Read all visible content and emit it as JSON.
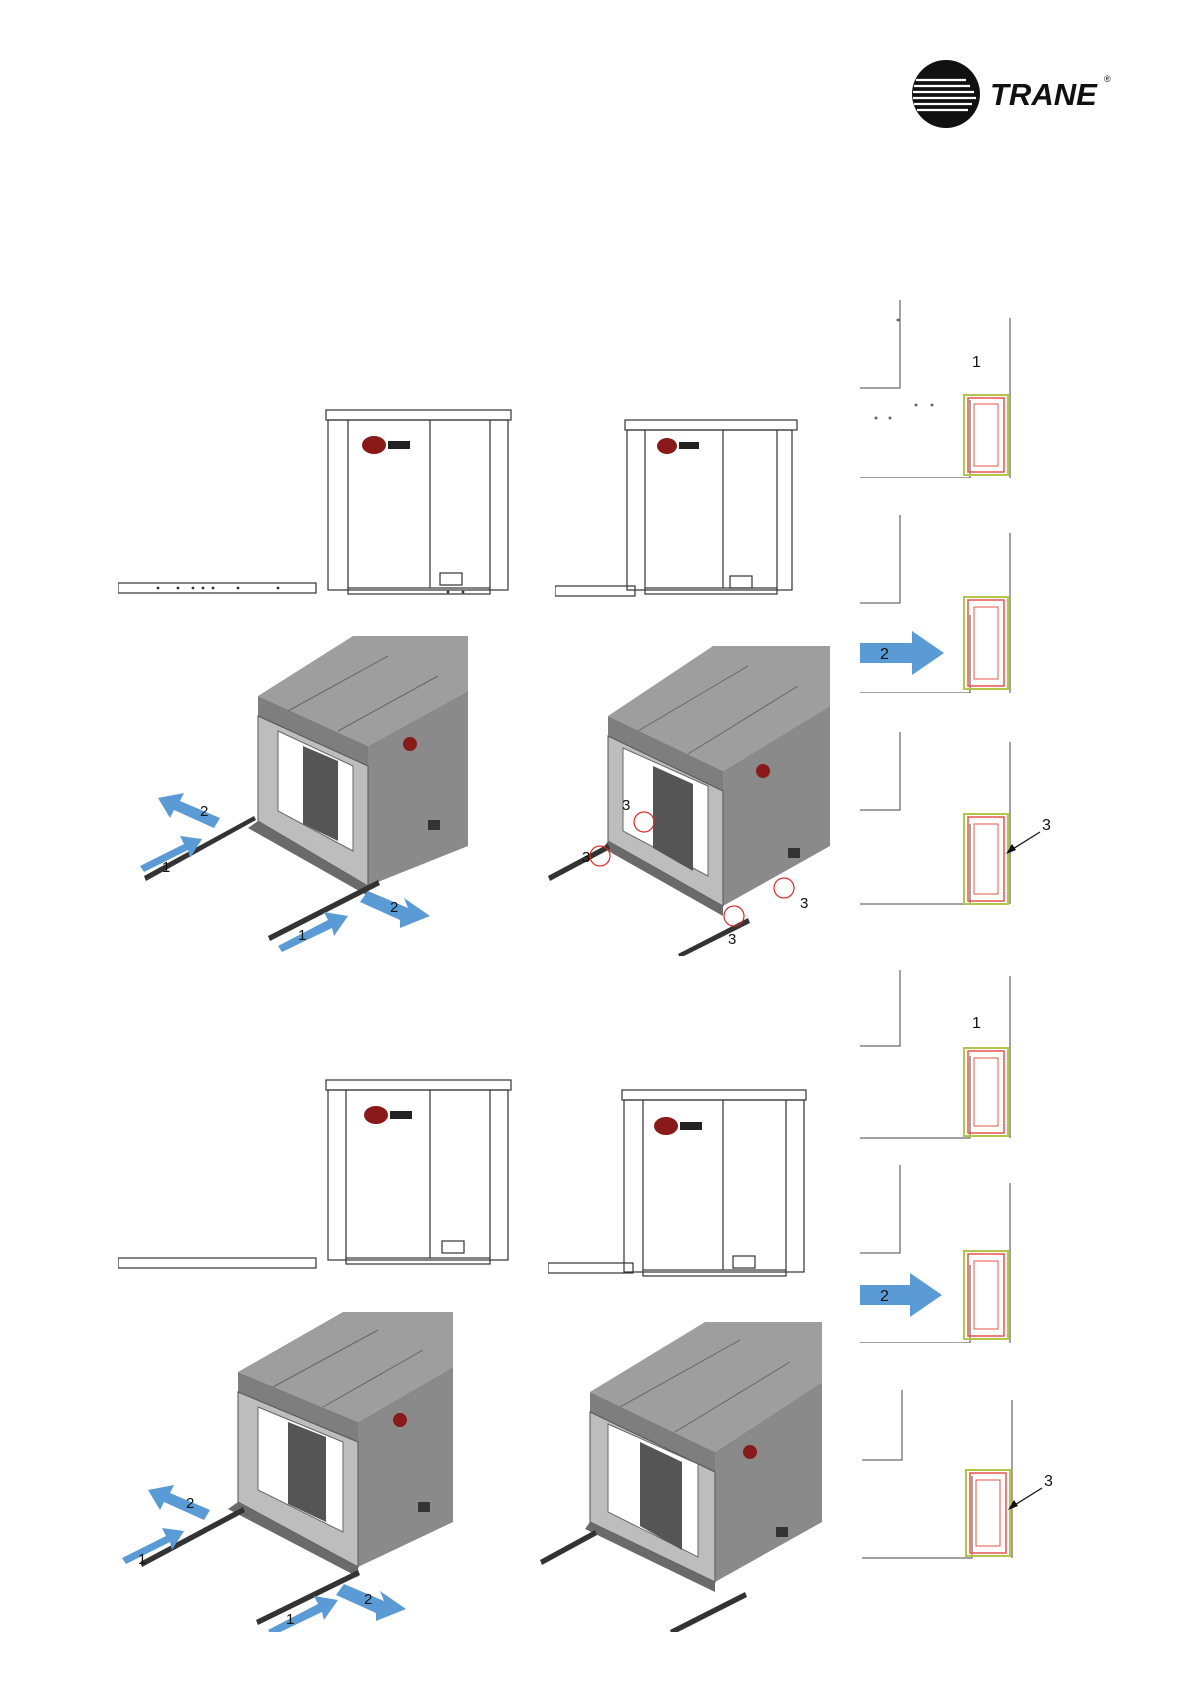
{
  "header": {
    "brand": "TRANE",
    "registered": "®"
  },
  "labels": {
    "one": "1",
    "two": "2",
    "three": "3"
  },
  "colors": {
    "arrow": "#5b9bd5",
    "marker_circle": "#d92b2b",
    "panel_highlight": "#e8534a",
    "panel_edge": "#b7c44a",
    "unit_gray": "#9a9a9a"
  }
}
